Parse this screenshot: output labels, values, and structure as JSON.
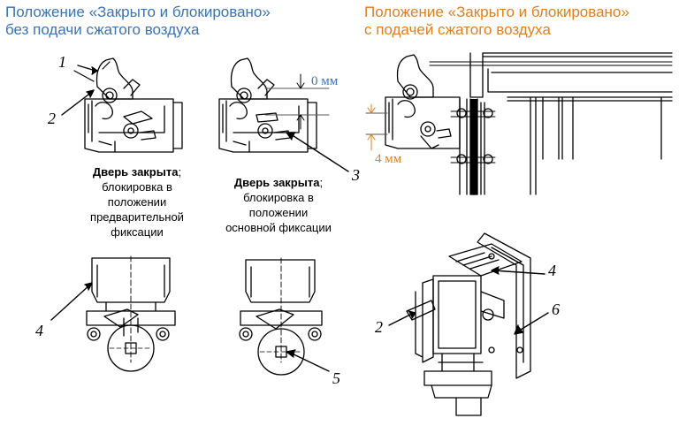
{
  "headers": {
    "left_line1": "Положение «Закрыто и блокировано»",
    "left_line2": "без  подачи сжатого воздуха",
    "right_line1": "Положение «Закрыто и блокировано»",
    "right_line2": "с подачей сжатого воздуха"
  },
  "captions": {
    "left_bold": "Дверь закрыта",
    "left_rest": ";",
    "left_line2": "блокировка в",
    "left_line3": "положении",
    "left_line4": "предварительной",
    "left_line5": "фиксации",
    "mid_bold": "Дверь закрыта",
    "mid_rest": ";",
    "mid_line2": "блокировка в",
    "mid_line3": "положении",
    "mid_line4": "основной фиксации"
  },
  "measurements": {
    "zero": "0 мм",
    "four": "4 мм",
    "zero_color": "#3b73b4",
    "four_color": "#e07f22"
  },
  "callouts": {
    "n1": "1",
    "n2a": "2",
    "n3": "3",
    "n4a": "4",
    "n5": "5",
    "n4b": "4",
    "n2b": "2",
    "n6": "6"
  }
}
